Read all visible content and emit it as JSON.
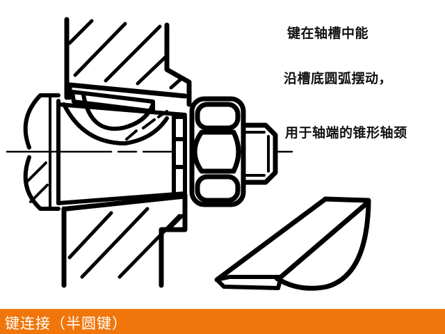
{
  "slide": {
    "title": "键连接（半圆键）",
    "notes": [
      "键在轴槽中能",
      "沿槽底圆弧摆动，",
      "用于轴端的锥形轴颈"
    ],
    "accent_color": "#f0760b",
    "text_color": "#111111",
    "background_color": "#ffffff"
  },
  "diagram": {
    "description": "Cross-section of a Woodruff (semicircular) key joint on a tapered shaft end, with hub, nut and washer; separate isometric view of the semicircular key",
    "components": [
      "tapered-shaft",
      "hub",
      "woodruff-key",
      "hex-nut",
      "washer",
      "centerline",
      "key-isometric-view"
    ]
  }
}
